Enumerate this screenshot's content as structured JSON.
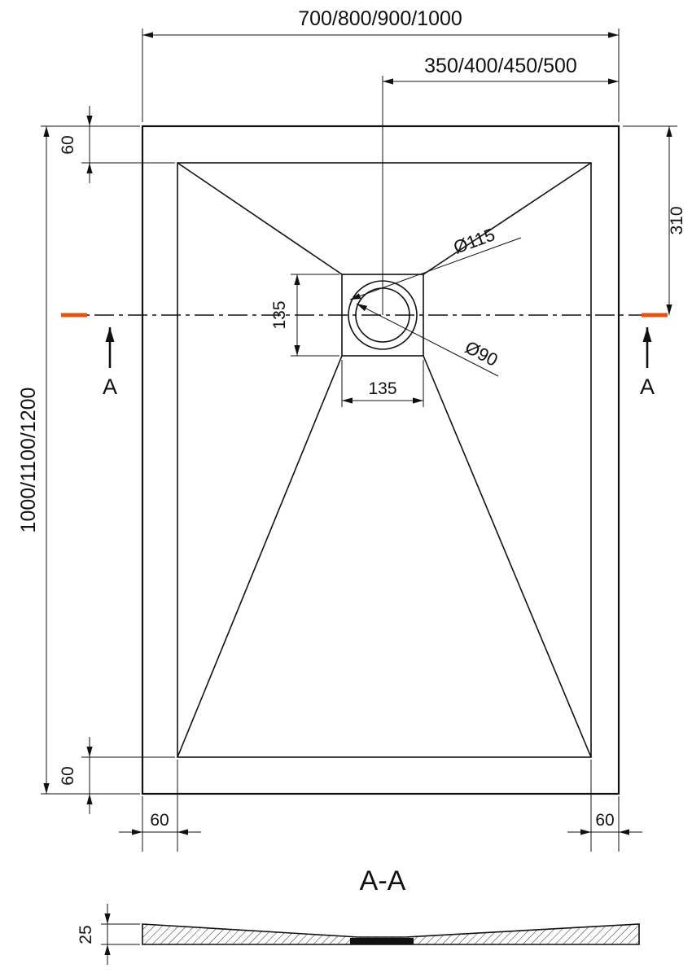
{
  "drawing": {
    "plan": {
      "dim_top_width": "700/800/900/1000",
      "dim_half_width": "350/400/450/500",
      "dim_height": "1000/1100/1200",
      "dim_top_inset": "60",
      "dim_bottom_inset": "60",
      "dim_bottom_left_border": "60",
      "dim_bottom_right_border": "60",
      "dim_drain_center_from_top": "310",
      "dim_drain_box_height": "135",
      "dim_drain_box_width": "135",
      "label_drain_outer_diameter": "Ø115",
      "label_drain_inner_diameter": "Ø90",
      "section_marker_left": "A",
      "section_marker_right": "A"
    },
    "section": {
      "title": "A-A",
      "dim_thickness": "25"
    },
    "colors": {
      "line": "#111111",
      "section_cut_accent": "#e8530f"
    }
  }
}
